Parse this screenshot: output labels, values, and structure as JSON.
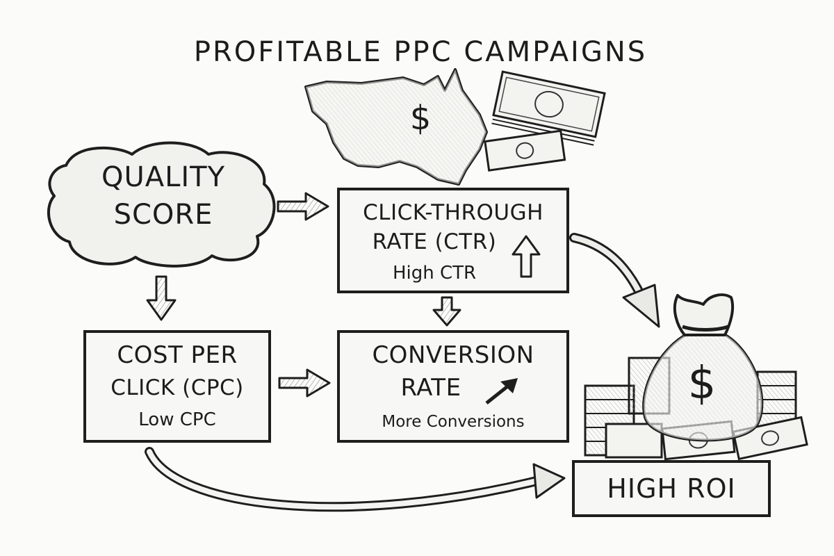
{
  "title": "PROFITABLE PPC CAMPAIGNS",
  "nodes": {
    "quality_score": {
      "line1": "QUALITY",
      "line2": "SCORE"
    },
    "ctr": {
      "line1": "CLICK-THROUGH",
      "line2": "RATE (CTR)",
      "sub": "High CTR",
      "trend_icon": "arrow-up-icon"
    },
    "cpc": {
      "line1": "COST PER",
      "line2": "CLICK (CPC)",
      "sub": "Low CPC"
    },
    "conversion": {
      "line1": "CONVERSION",
      "line2": "RATE",
      "sub": "More Conversions",
      "trend_icon": "arrow-up-right-icon"
    },
    "roi": {
      "label": "HIGH ROI"
    }
  },
  "illustrations": {
    "map_symbol": "$",
    "money_bag_symbol": "$",
    "icons": [
      "australia-map-icon",
      "cash-stack-icon",
      "money-bag-icon",
      "coin-stack-icon"
    ]
  },
  "colors": {
    "ink": "#1e1e1e",
    "paper": "#fbfbf9",
    "fill": "#f7f7f5"
  }
}
